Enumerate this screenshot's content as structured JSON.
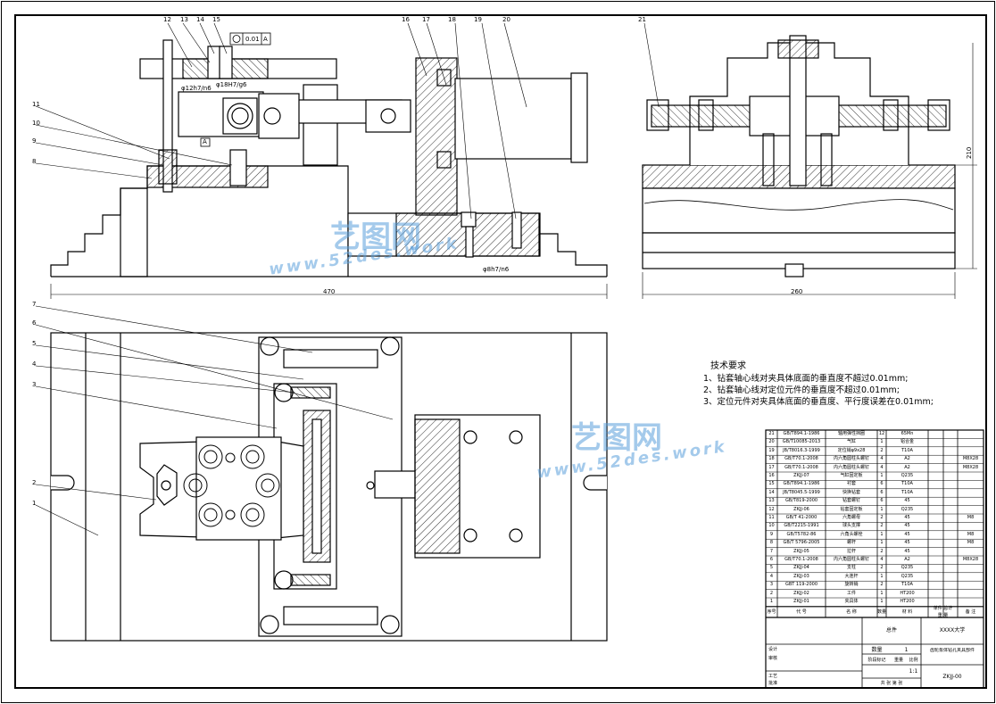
{
  "part_numbers": [
    "1",
    "2",
    "3",
    "4",
    "5",
    "6",
    "7",
    "8",
    "9",
    "10",
    "11",
    "12",
    "13",
    "14",
    "15",
    "16",
    "17",
    "18",
    "19",
    "20",
    "21"
  ],
  "dimensions": {
    "fit_12": "φ12h7/n6",
    "fit_18": "φ18H7/g6",
    "fit_8": "φ8h7/n6",
    "tolerance_value": "0.01",
    "datum": "A",
    "width_front": "470",
    "width_side": "260",
    "height_side": "210"
  },
  "technical_requirements": {
    "title": "技术要求",
    "items": [
      "1、钻套轴心线对夹具体底面的垂直度不超过0.01mm;",
      "2、钻套轴心线对定位元件的垂直度不超过0.01mm;",
      "3、定位元件对夹具体底面的垂直度、平行度误差在0.01mm;"
    ]
  },
  "bom": {
    "rows": [
      {
        "no": "21",
        "code": "GB/T894.1-1986",
        "name": "轴用弹性挡圈",
        "qty": "12",
        "mat": "65Mn",
        "note": ""
      },
      {
        "no": "20",
        "code": "GB/T10085-2013",
        "name": "气缸",
        "qty": "1",
        "mat": "铝合金",
        "note": ""
      },
      {
        "no": "19",
        "code": "JB/T8016.3-1999",
        "name": "定位销φ9x28",
        "qty": "2",
        "mat": "T10A",
        "note": ""
      },
      {
        "no": "18",
        "code": "GB/T70.1-2008",
        "name": "内六角圆柱头螺钉",
        "qty": "4",
        "mat": "A2",
        "note": "M8X28"
      },
      {
        "no": "17",
        "code": "GB/T70.1-2008",
        "name": "内六角圆柱头螺钉",
        "qty": "4",
        "mat": "A2",
        "note": "M8X28"
      },
      {
        "no": "16",
        "code": "ZKJJ-07",
        "name": "气缸固定板",
        "qty": "1",
        "mat": "Q235",
        "note": ""
      },
      {
        "no": "15",
        "code": "GB/T894.1-1986",
        "name": "衬套",
        "qty": "6",
        "mat": "T10A",
        "note": ""
      },
      {
        "no": "14",
        "code": "JB/T8045.5-1999",
        "name": "快换钻套",
        "qty": "6",
        "mat": "T10A",
        "note": ""
      },
      {
        "no": "13",
        "code": "GB/T819-2000",
        "name": "钻套螺钉",
        "qty": "6",
        "mat": "45",
        "note": ""
      },
      {
        "no": "12",
        "code": "ZKJJ-06",
        "name": "钻套固定板",
        "qty": "1",
        "mat": "Q235",
        "note": ""
      },
      {
        "no": "11",
        "code": "GB/T 41-2000",
        "name": "六角螺母",
        "qty": "2",
        "mat": "45",
        "note": "M8"
      },
      {
        "no": "10",
        "code": "GB/T2215-1991",
        "name": "球头支撑",
        "qty": "2",
        "mat": "45",
        "note": ""
      },
      {
        "no": "9",
        "code": "GB/T5782-86",
        "name": "六角头螺栓",
        "qty": "1",
        "mat": "45",
        "note": "M8"
      },
      {
        "no": "8",
        "code": "GB/T 5796-2005",
        "name": "螺杆",
        "qty": "1",
        "mat": "45",
        "note": "M8"
      },
      {
        "no": "7",
        "code": "ZKJJ-05",
        "name": "拉杆",
        "qty": "2",
        "mat": "45",
        "note": ""
      },
      {
        "no": "6",
        "code": "GB/T70.1-2008",
        "name": "内六角圆柱头螺钉",
        "qty": "4",
        "mat": "A2",
        "note": "M8X28"
      },
      {
        "no": "5",
        "code": "ZKJJ-04",
        "name": "支柱",
        "qty": "2",
        "mat": "Q235",
        "note": ""
      },
      {
        "no": "4",
        "code": "ZKJJ-03",
        "name": "大连杆",
        "qty": "1",
        "mat": "Q235",
        "note": ""
      },
      {
        "no": "3",
        "code": "GBT 119-2000",
        "name": "旋转销",
        "qty": "2",
        "mat": "T10A",
        "note": ""
      },
      {
        "no": "2",
        "code": "ZKJJ-02",
        "name": "工件",
        "qty": "1",
        "mat": "HT200",
        "note": ""
      },
      {
        "no": "1",
        "code": "ZKJJ-01",
        "name": "夹具体",
        "qty": "1",
        "mat": "HT200",
        "note": ""
      }
    ],
    "header": {
      "no": "序号",
      "code": "代    号",
      "name": "名    称",
      "qty": "数量",
      "mat": "材    料",
      "unit_weight": "单件 总计",
      "weight": "重  量",
      "note": "备 注"
    }
  },
  "title_block": {
    "assembly_label": "总件",
    "school": "XXXX大学",
    "qty_label": "数量",
    "qty_value": "1",
    "product_name": "齿轮泵体钻孔夹具部件",
    "scale_label": "比例",
    "scale_value": "1:1",
    "weight_label": "重量",
    "stage_label": "阶段标记",
    "drawing_no": "ZKJJ-00",
    "design_label": "设计",
    "check_label": "审核",
    "process_label": "工艺",
    "approve_label": "批准",
    "sheet_label": "共 张 第 张"
  },
  "watermark": {
    "cn": "艺图网",
    "url": "www.52des.work"
  }
}
